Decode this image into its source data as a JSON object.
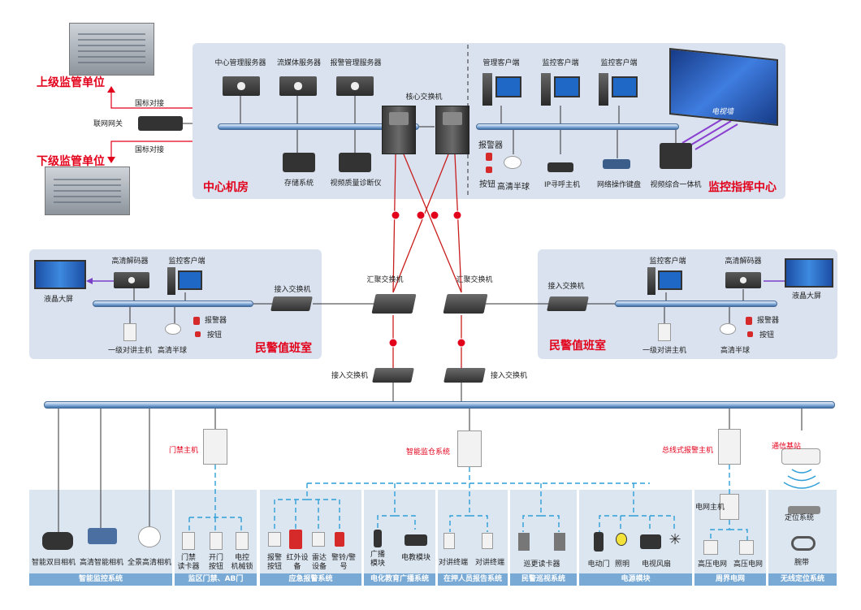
{
  "upper_unit": "上级监管单位",
  "lower_unit": "下级监管单位",
  "gb_upper": "国标对接",
  "gb_lower": "国标对接",
  "gateway": "联网网关",
  "center_room": {
    "title": "中心机房",
    "server1": "中心管理服务器",
    "server2": "流媒体服务器",
    "server3": "报警管理服务器",
    "storage": "存储系统",
    "diag": "视频质量诊断仪",
    "core_switch": "核心交换机"
  },
  "command_center": {
    "title": "监控指挥中心",
    "client1": "管理客户端",
    "client2": "监控客户端",
    "client3": "监控客户端",
    "tv_wall": "电视墙",
    "alarm": "报警器",
    "button": "按钮",
    "dome": "高清半球",
    "ip_host": "IP寻呼主机",
    "keyboard": "网络操作键盘",
    "all_in_one": "视频综合一体机"
  },
  "duty_left": {
    "title": "民警值班室",
    "decoder": "高清解码器",
    "client": "监控客户端",
    "lcd": "液晶大屏",
    "intercom": "一级对讲主机",
    "dome": "高清半球",
    "alarm": "报警器",
    "button": "按钮",
    "access_switch": "接入交换机"
  },
  "duty_right": {
    "title": "民警值班室",
    "client": "监控客户端",
    "decoder": "高清解码器",
    "lcd": "液晶大屏",
    "intercom": "一级对讲主机",
    "dome": "高清半球",
    "alarm": "报警器",
    "button": "按钮",
    "access_switch": "接入交换机"
  },
  "agg_switch_left": "汇聚交换机",
  "agg_switch_right": "汇聚交换机",
  "access_bottom_left": "接入交换机",
  "access_bottom_right": "接入交换机",
  "door_host": "门禁主机",
  "warehouse_sys": "智能监仓系统",
  "bus_alarm_host": "总线式报警主机",
  "comm_station": "通信基站",
  "power_grid_host": "电网主机",
  "positioning": "定位系统",
  "devices": {
    "cam1": "智能双目相机",
    "cam2": "高清智能相机",
    "cam3": "全景高清相机",
    "door1": "门禁\n读卡器",
    "door2": "开门\n按钮",
    "door3": "电控\n机械锁",
    "em1": "报警\n按钮",
    "em2": "红外设\n备",
    "em3": "雷达\n设备",
    "em4": "警铃/警\n号",
    "bc1": "广播\n模块",
    "bc2": "电教模块",
    "tk1": "对讲终端",
    "tk2": "对讲终端",
    "patrol": "巡更读卡器",
    "pw1": "电动门",
    "pw2": "照明",
    "pw3": "电视风扇",
    "hv1": "高压电网",
    "hv2": "高压电网",
    "wristband": "腕带"
  },
  "categories": [
    "智能监控系统",
    "监区门禁、AB门",
    "应急报警系统",
    "电化教育广播系统",
    "在押人员报告系统",
    "民警巡视系统",
    "电源模块",
    "周界电网",
    "无线定位系统"
  ],
  "colors": {
    "panel": "#d9e2ee",
    "accent_red": "#e3001b",
    "category_bar": "#79aad6",
    "dashed_link": "#2f9fd8"
  }
}
